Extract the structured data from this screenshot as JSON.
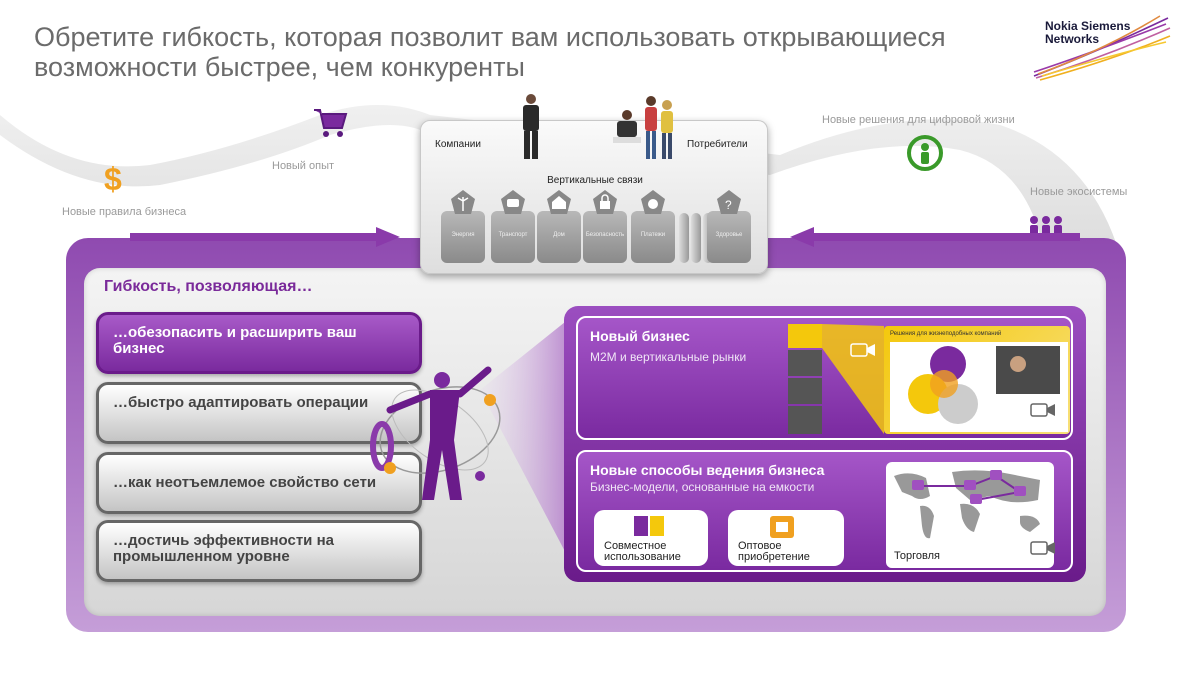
{
  "title": {
    "line1": "Обретите гибкость, которая позволит вам использовать открывающиеся",
    "line2": "возможности быстрее, чем конкуренты"
  },
  "logo": {
    "line1": "Nokia Siemens",
    "line2": "Networks"
  },
  "road": {
    "labels": [
      "Новые правила бизнеса",
      "Новый опыт",
      "Новые решения для цифровой жизни",
      "Новые экосистемы"
    ]
  },
  "topbox": {
    "left_label": "Компании",
    "right_label": "Потребители",
    "vertical_title": "Вертикальные связи",
    "tiles": [
      "Энергия",
      "Транспорт",
      "Дом",
      "Безопасность",
      "Платежи",
      "Здоровье"
    ]
  },
  "flex": {
    "heading": "Гибкость, позволяющая…",
    "items": [
      "…обезопасить и расширить ваш бизнес",
      "…быстро адаптировать операции",
      "…как неотъемлемое свойство сети",
      "…достичь эффективности на промышленном уровне"
    ],
    "active_index": 0
  },
  "new_business": {
    "title": "Новый бизнес",
    "subtitle": "M2M и вертикальные рынки",
    "yellow_title": "Решения для жизнеподобных компаний"
  },
  "new_ways": {
    "title": "Новые способы ведения бизнеса",
    "subtitle": "Бизнес-модели, основанные на емкости",
    "card1": "Совместное использование",
    "card2": "Оптовое приобретение",
    "map_label": "Торговля"
  },
  "colors": {
    "purple": "#7a2a9e",
    "yellow": "#f4c80c",
    "orange": "#f0a020",
    "green": "#3a9a2a"
  }
}
